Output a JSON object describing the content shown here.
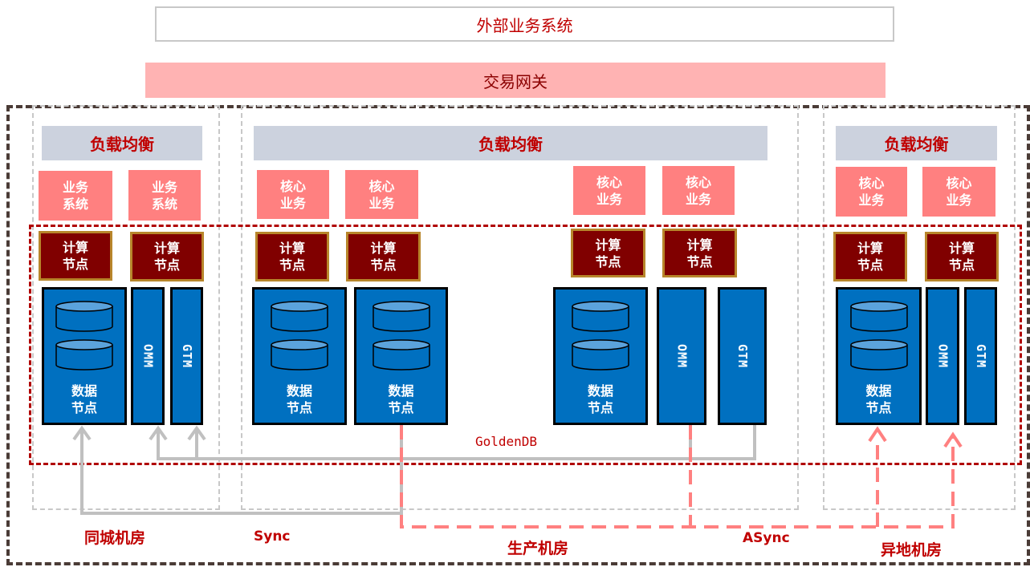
{
  "external_system": "外部业务系统",
  "gateway": "交易网关",
  "load_balancer": "负载均衡",
  "business_system": "业务系统",
  "core_business": "核心业务",
  "compute_node": "计算节点",
  "data_node": "数据节点",
  "omm": "OMM",
  "gtm": "GTM",
  "golden_db": "GoldenDB",
  "rooms": {
    "same_city": "同城机房",
    "production": "生产机房",
    "remote": "异地机房"
  },
  "sync": "Sync",
  "async": "ASync",
  "colors": {
    "lb": "#ccd2de",
    "biz": "#ff8080",
    "compute": "#800000",
    "data": "#0070c0",
    "label": "#c00000"
  }
}
